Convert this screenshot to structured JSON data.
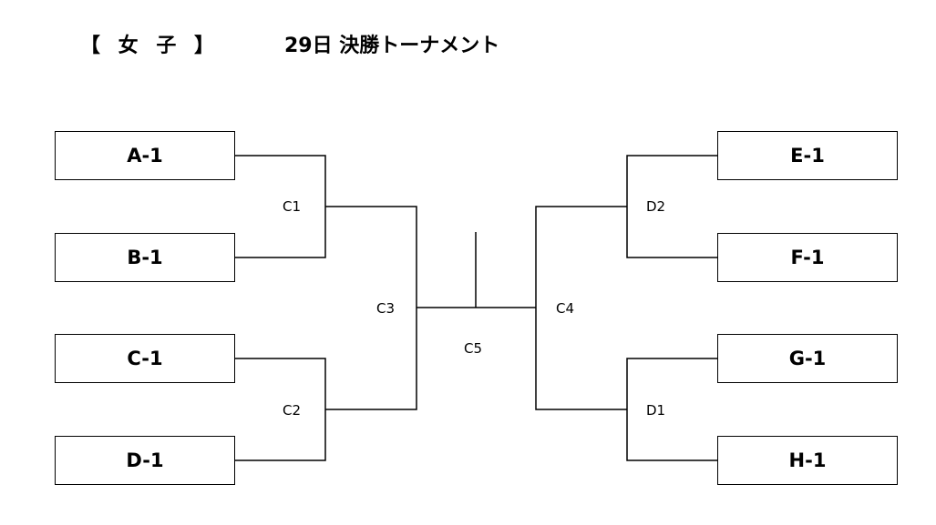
{
  "title": {
    "division": "【 女 子 】",
    "event": "29日 決勝トーナメント"
  },
  "teams": {
    "a": "A-1",
    "b": "B-1",
    "c": "C-1",
    "d": "D-1",
    "e": "E-1",
    "f": "F-1",
    "g": "G-1",
    "h": "H-1"
  },
  "matches": {
    "c1": "C1",
    "c2": "C2",
    "c3": "C3",
    "c4": "C4",
    "c5": "C5",
    "d1": "D1",
    "d2": "D2"
  }
}
